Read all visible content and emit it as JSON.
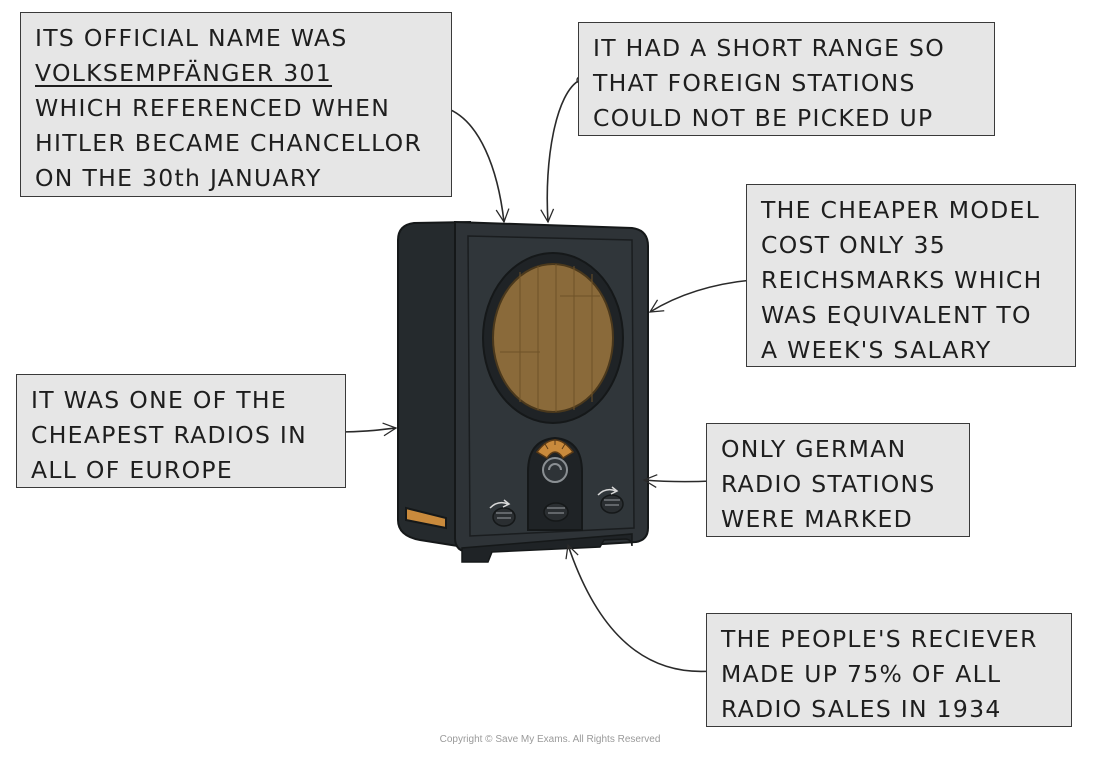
{
  "callouts": {
    "official_name": {
      "lines": [
        "ITS OFFICIAL NAME WAS",
        "VOLKSEMPFÄNGER 301",
        "WHICH REFERENCED WHEN",
        "HITLER BECAME CHANCELLOR",
        "ON THE 30th JANUARY"
      ]
    },
    "short_range": {
      "lines": [
        "IT HAD A SHORT RANGE SO",
        "THAT FOREIGN STATIONS",
        "COULD NOT BE PICKED UP"
      ]
    },
    "cheaper_model": {
      "lines": [
        "THE CHEAPER MODEL",
        "COST ONLY 35",
        "REICHSMARKS WHICH",
        "WAS EQUIVALENT TO",
        "A WEEK'S SALARY"
      ]
    },
    "cheapest_radios": {
      "lines": [
        "IT WAS ONE OF THE",
        "CHEAPEST RADIOS IN",
        "ALL OF EUROPE"
      ]
    },
    "german_stations": {
      "lines": [
        "ONLY GERMAN",
        "RADIO STATIONS",
        "WERE MARKED"
      ]
    },
    "peoples_receiver": {
      "lines": [
        "THE PEOPLE'S RECIEVER",
        "MADE UP 75% OF ALL",
        "RADIO SALES IN 1934"
      ]
    }
  },
  "colors": {
    "radio_body": "#2e3337",
    "radio_dark": "#1f2326",
    "speaker_wood": "#8a6a3a",
    "dial_orange": "#c98a3c",
    "box_fill": "#e6e6e6"
  },
  "copyright": "Copyright © Save My Exams. All Rights Reserved"
}
